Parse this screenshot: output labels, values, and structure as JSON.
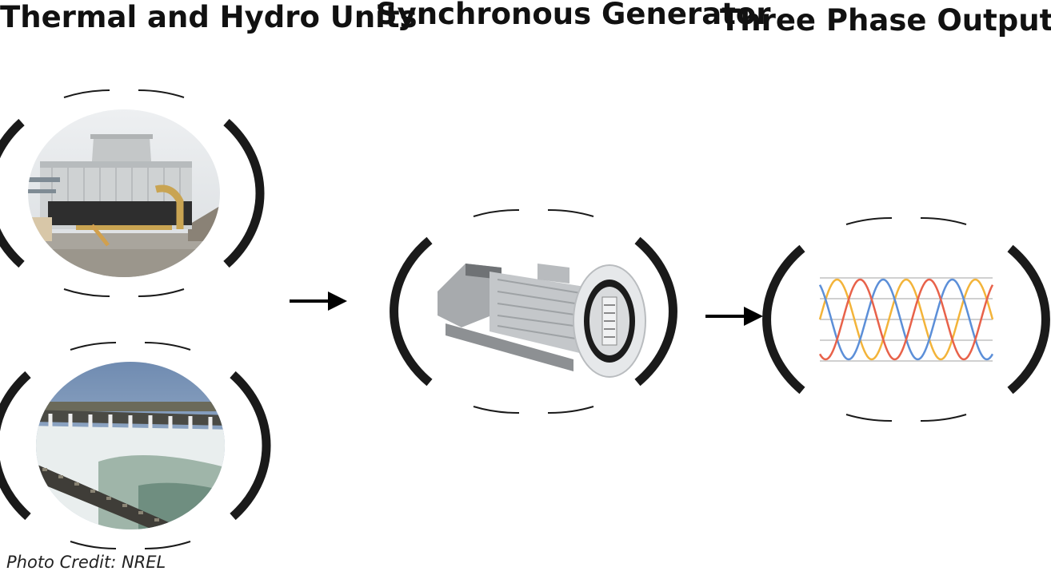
{
  "headings": {
    "thermal_hydro": "Thermal and Hydro Units",
    "generator": "Synchronous Generator",
    "output": "Three Phase Output"
  },
  "credit": "Photo Credit: NREL",
  "colors": {
    "ring": "#1a1a1a",
    "arrow": "#000000",
    "wave_orange": "#f3b43a",
    "wave_blue": "#5c8fd8",
    "wave_red": "#e8624a",
    "gridline": "#d0d0d0"
  },
  "icons": {
    "thermal": "cooling-tower-photo",
    "hydro": "dam-spillway-photo",
    "generator": "generator-photo",
    "output": "three-phase-waveform"
  }
}
